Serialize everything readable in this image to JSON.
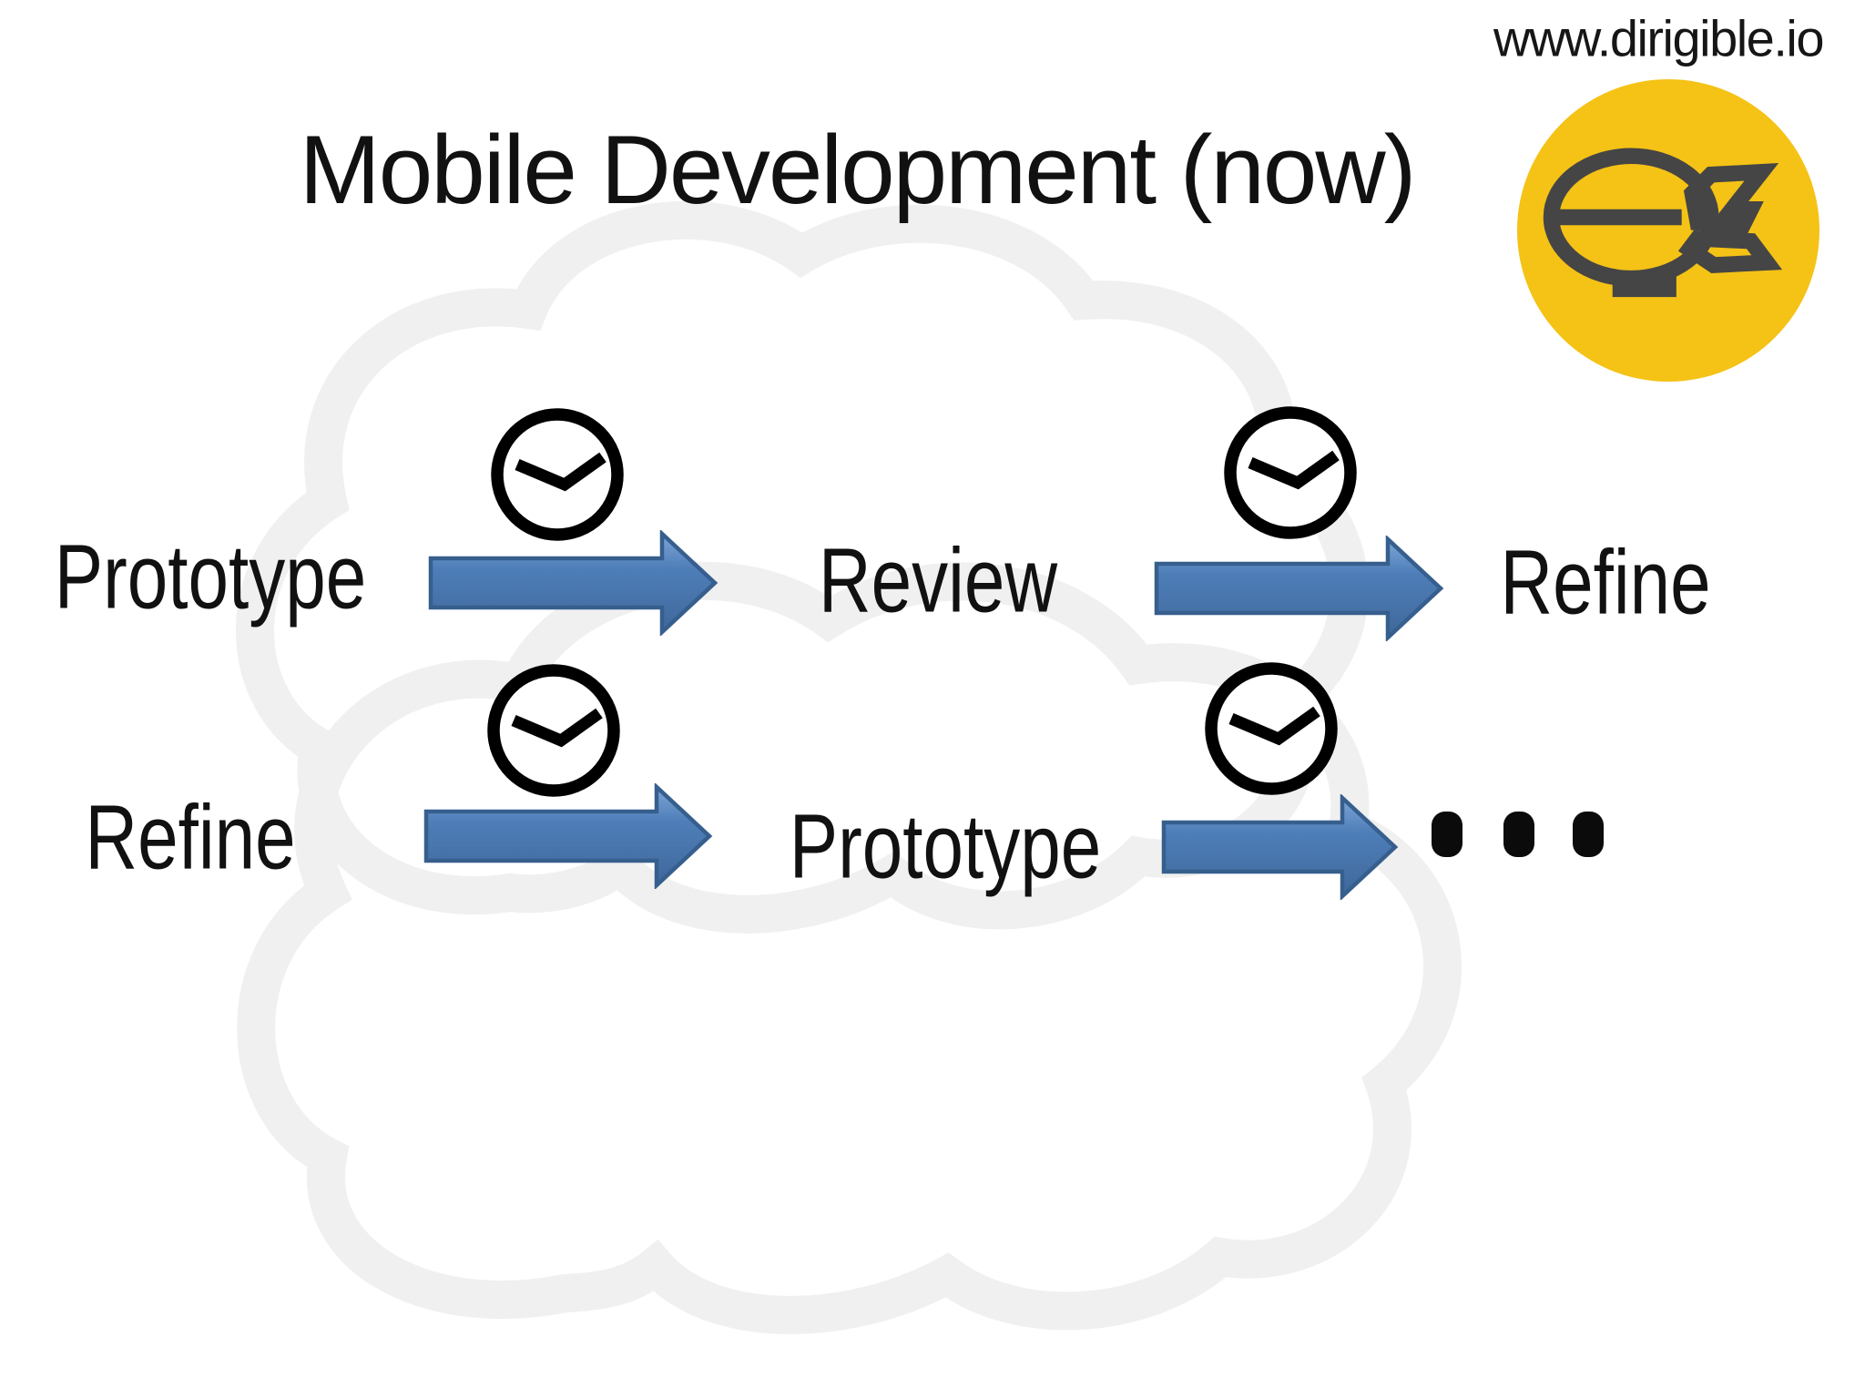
{
  "page": {
    "title": "Mobile Development (now)",
    "site_url": "www.dirigible.io",
    "background": "#FFFFFF"
  },
  "logo": {
    "description": "yellow circle with dark gray blimp outline",
    "circle_color": "#F5C216",
    "glyph_color": "#454545"
  },
  "palette": {
    "text_color": "#111111",
    "clock_color": "#000000",
    "arrow_fill_top": "#7EA6D8",
    "arrow_fill_mid": "#4E7EB8",
    "arrow_fill_bottom": "#3F689B",
    "arrow_border": "#365F8E",
    "cloud_outline": "#F0F0F0",
    "dot_color": "#0B0B0B"
  },
  "flow": {
    "rows": [
      {
        "name": "cycle-row-1",
        "steps": [
          "Prototype",
          "Review",
          "Refine"
        ],
        "connector_icon": "clock-icon",
        "connector_count": 2
      },
      {
        "name": "cycle-row-2",
        "steps": [
          "Refine",
          "Prototype"
        ],
        "connector_icon": "clock-icon",
        "connector_count": 2,
        "continuation_dots": 3
      }
    ]
  }
}
